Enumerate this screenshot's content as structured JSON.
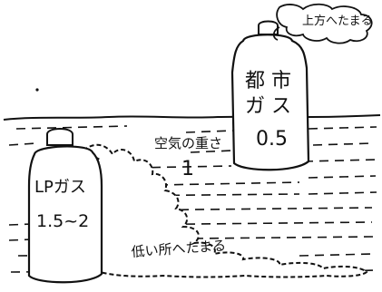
{
  "city_gas": {
    "label_line1": "都 市",
    "label_line2": "ガ ス",
    "value": "0.5"
  },
  "city_gas_cloud": {
    "text": "上方へたまる"
  },
  "air": {
    "label": "空気の重さ",
    "value": "1"
  },
  "lp_gas": {
    "label_line1": "LPガス",
    "value": "1.5~2"
  },
  "ground_note": {
    "text": "低い所へたまる"
  }
}
